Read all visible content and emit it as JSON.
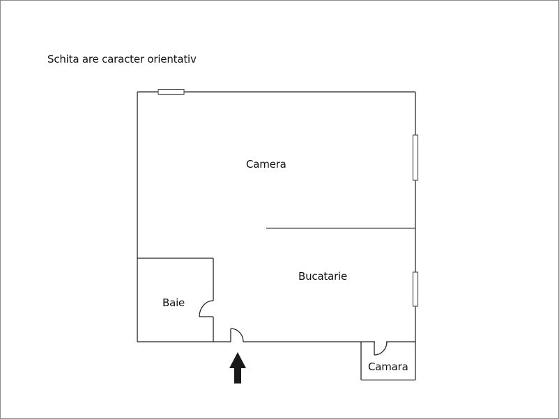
{
  "note": "Schita are caracter orientativ",
  "rooms": {
    "camera": "Camera",
    "bucatarie": "Bucatarie",
    "baie": "Baie",
    "camara": "Camara"
  },
  "colors": {
    "wall": "#222222",
    "outer_wall": "#777777",
    "frame": "#8a8a8a",
    "arrow": "#1a1a1a"
  },
  "icons": {
    "entrance": "arrow-up-icon"
  }
}
